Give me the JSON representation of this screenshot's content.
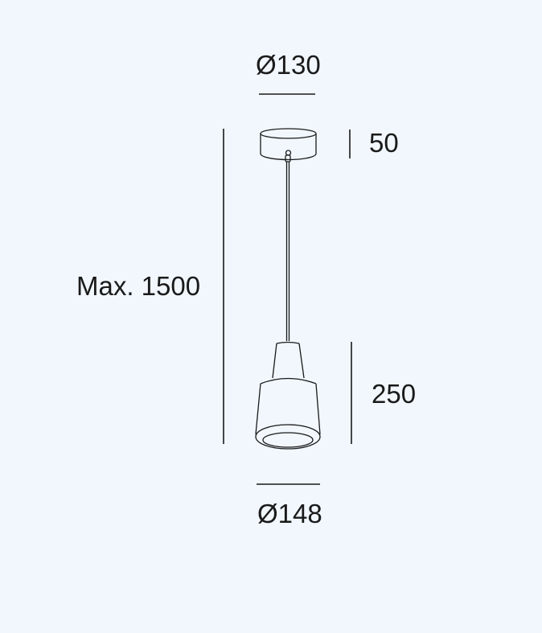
{
  "colors": {
    "background": "#f1f7fd",
    "line": "#1a1a1a"
  },
  "dimensions": {
    "canopy_diameter": "Ø130",
    "canopy_height": "50",
    "max_drop": "Max. 1500",
    "shade_height": "250",
    "shade_diameter": "Ø148"
  }
}
